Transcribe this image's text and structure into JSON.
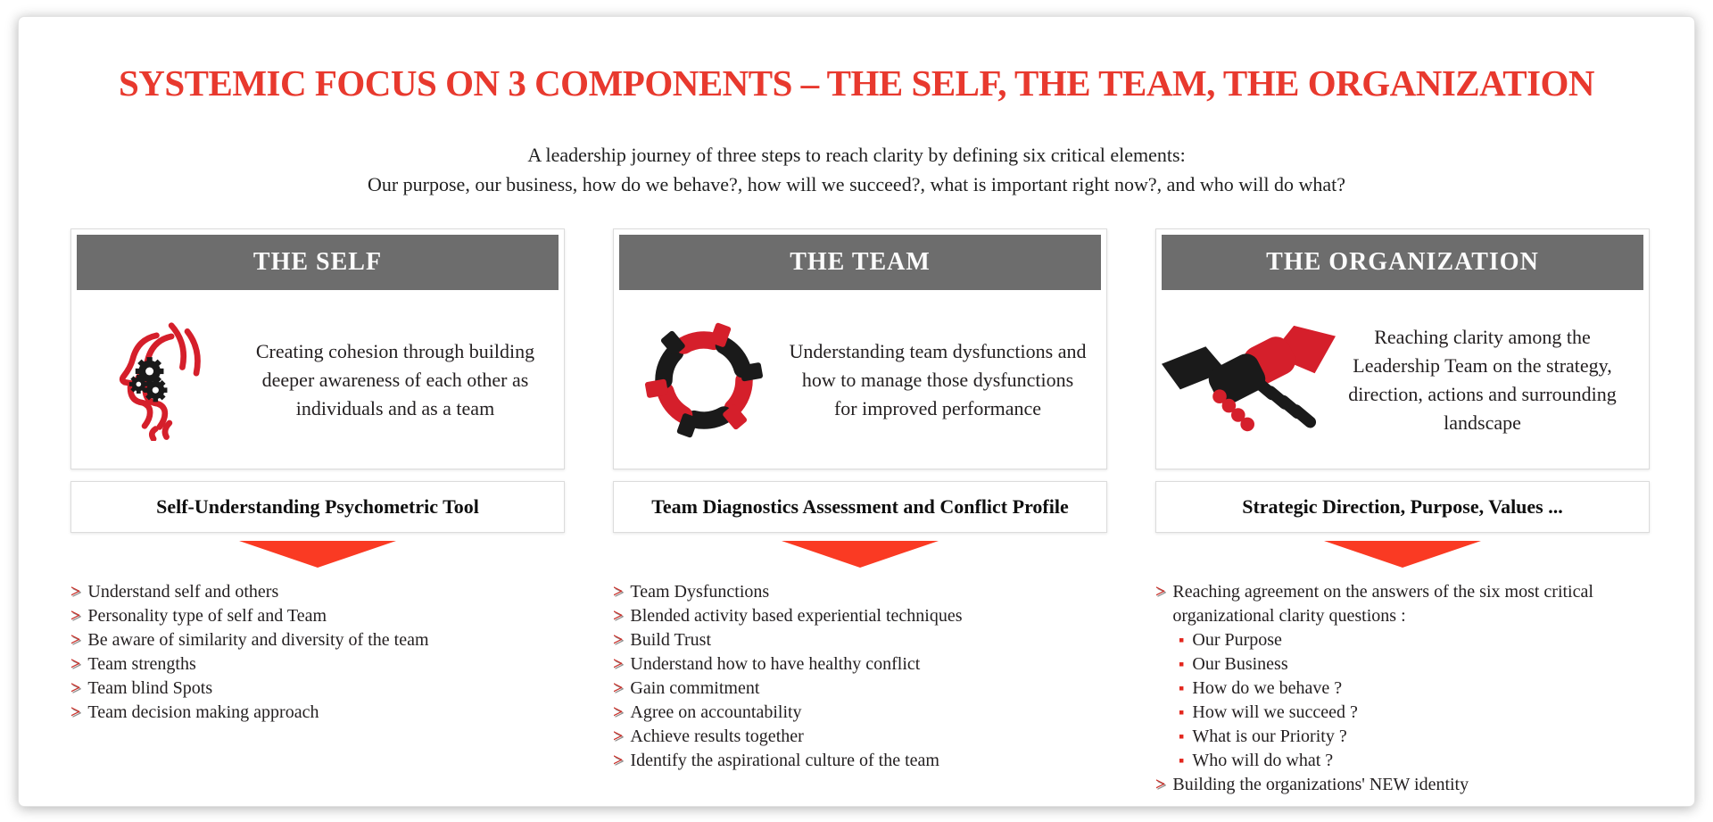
{
  "slide": {
    "title": "SYSTEMIC FOCUS ON 3 COMPONENTS – THE SELF, THE TEAM, THE ORGANIZATION",
    "subtitle_line1": "A leadership journey of three steps to reach clarity by defining six critical elements:",
    "subtitle_line2": "Our purpose, our business, how do we behave?, how will we succeed?, what is important right now?, and who will do what?"
  },
  "colors": {
    "title_red": "#e8392e",
    "header_gray": "#6d6d6d",
    "arrow_red": "#fa3a23",
    "icon_red": "#d51f2b",
    "icon_black": "#1a1a1a",
    "bullet_red": "#c9302a",
    "square_red": "#e3261d"
  },
  "icons": {
    "arrow_bullet": ">",
    "square_bullet": "▪"
  },
  "columns": [
    {
      "header": "THE SELF",
      "icon": "self-heads-gears-icon",
      "description": "Creating cohesion through building deeper awareness of each other as individuals and as a team",
      "tool_label": "Self-Understanding Psychometric Tool",
      "bullets": [
        {
          "marker": "arrow",
          "text": "Understand self and others"
        },
        {
          "marker": "arrow",
          "text": "Personality type of self and Team"
        },
        {
          "marker": "arrow",
          "text": "Be aware of similarity and diversity of the team"
        },
        {
          "marker": "arrow",
          "text": "Team strengths"
        },
        {
          "marker": "arrow",
          "text": "Team blind Spots"
        },
        {
          "marker": "arrow",
          "text": "Team decision making approach"
        }
      ]
    },
    {
      "header": "THE TEAM",
      "icon": "team-hands-circle-icon",
      "description": "Understanding team dysfunctions and how to manage those dysfunctions for improved performance",
      "tool_label": "Team Diagnostics  Assessment and Conflict Profile",
      "bullets": [
        {
          "marker": "arrow",
          "text": "Team Dysfunctions"
        },
        {
          "marker": "arrow",
          "text": "Blended activity based experiential techniques"
        },
        {
          "marker": "arrow",
          "text": "Build Trust"
        },
        {
          "marker": "arrow",
          "text": "Understand how to have healthy conflict"
        },
        {
          "marker": "arrow",
          "text": "Gain commitment"
        },
        {
          "marker": "arrow",
          "text": "Agree on accountability"
        },
        {
          "marker": "arrow",
          "text": "Achieve  results together"
        },
        {
          "marker": "arrow",
          "text": "Identify the aspirational culture of the team"
        }
      ]
    },
    {
      "header": "THE ORGANIZATION",
      "icon": "organization-handshake-icon",
      "description": "Reaching  clarity among the Leadership Team on the strategy, direction, actions and surrounding landscape",
      "tool_label": "Strategic Direction, Purpose, Values ...",
      "bullets": [
        {
          "marker": "arrow",
          "text": "Reaching agreement on the answers of the six most critical organizational clarity questions :"
        },
        {
          "marker": "square",
          "text": "Our Purpose"
        },
        {
          "marker": "square",
          "text": "Our Business"
        },
        {
          "marker": "square",
          "text": "How do we behave ?"
        },
        {
          "marker": "square",
          "text": "How will we succeed ?"
        },
        {
          "marker": "square",
          "text": "What is our Priority ?"
        },
        {
          "marker": "square",
          "text": "Who will do what ?"
        },
        {
          "marker": "arrow",
          "text": "Building the organizations' NEW identity"
        }
      ]
    }
  ]
}
